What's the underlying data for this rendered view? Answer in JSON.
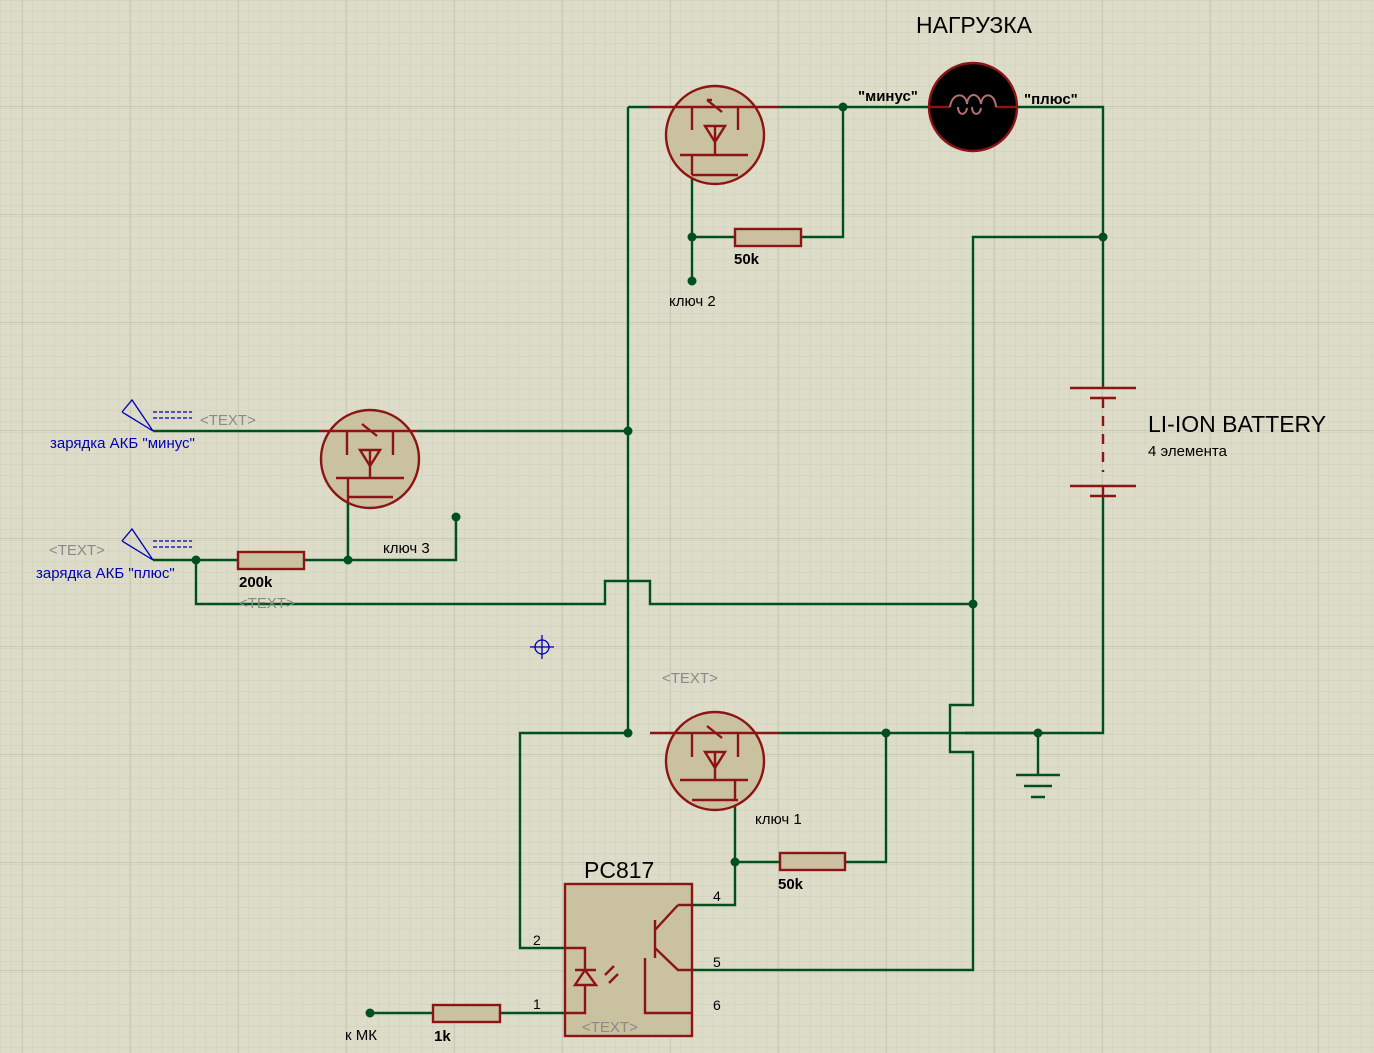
{
  "load": {
    "title": "НАГРУЗКА",
    "minus": "\"минус\"",
    "plus": "\"плюс\""
  },
  "battery": {
    "title": "LI-ION BATTERY",
    "subtitle": "4 элемента"
  },
  "key2": {
    "label": "ключ 2",
    "resistor": "50k"
  },
  "key3": {
    "label": "ключ 3",
    "resistor": "200k"
  },
  "key1": {
    "label": "ключ 1",
    "resistor": "50k"
  },
  "charge": {
    "minus": "зарядка АКБ \"минус\"",
    "plus": "зарядка АКБ \"плюс\""
  },
  "placeholders": {
    "text": "<TEXT>"
  },
  "optocoupler": {
    "title": "PC817",
    "pin1": "1",
    "pin2": "2",
    "pin4": "4",
    "pin5": "5",
    "pin6": "6"
  },
  "mcu": {
    "label": "к МК",
    "resistor": "1k"
  },
  "colors": {
    "wire": "#00501e",
    "component": "#8c1414",
    "component_fill": "#c9c19f",
    "background": "#dcdcc8",
    "grid": "#c8c8b4"
  }
}
